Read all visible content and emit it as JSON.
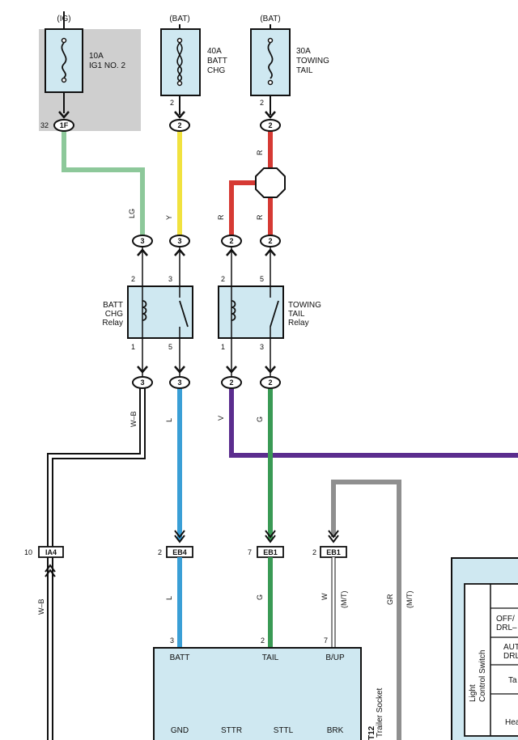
{
  "power_sources": {
    "ig": "(IG)",
    "bat1": "(BAT)",
    "bat2": "(BAT)"
  },
  "fuses": {
    "ig1": {
      "amp": "10A",
      "name": "IG1 NO. 2"
    },
    "batt_chg": {
      "amp": "40A",
      "l1": "BATT",
      "l2": "CHG"
    },
    "towing_tail": {
      "amp": "30A",
      "l1": "TOWING",
      "l2": "TAIL"
    }
  },
  "connectors": {
    "c_1f": "1F",
    "c_1f_pin": "32",
    "c_2a": "2",
    "c_2b": "2",
    "c_3a": "3",
    "c_3b": "3",
    "c_2c": "2",
    "c_2d": "2",
    "c_3c": "3",
    "c_3d": "3",
    "c_2e": "2",
    "c_2f": "2",
    "ia4": {
      "label": "IA4",
      "pin": "10"
    },
    "eb4": {
      "label": "EB4",
      "pin": "2"
    },
    "eb1a": {
      "label": "EB1",
      "pin": "7"
    },
    "eb1b": {
      "label": "EB1",
      "pin": "2"
    }
  },
  "pins": {
    "fuse2_out": "2",
    "fuse3_out": "2",
    "r1_p2": "2",
    "r1_p3": "3",
    "r1_p1": "1",
    "r1_p5": "5",
    "r2_p2": "2",
    "r2_p5": "5",
    "r2_p1": "1",
    "r2_p3": "3",
    "ts_p3": "3",
    "ts_p2": "2",
    "ts_p7": "7"
  },
  "relays": {
    "batt_chg": {
      "l1": "BATT",
      "l2": "CHG",
      "l3": "Relay"
    },
    "towing_tail": {
      "l1": "TOWING",
      "l2": "TAIL",
      "l3": "Relay"
    }
  },
  "wires": {
    "lg": "LG",
    "y": "Y",
    "r_main": "R",
    "r_left": "R",
    "r_right": "R",
    "wb1": "W–B",
    "wb2": "W–B",
    "l1": "L",
    "l2": "L",
    "v": "V",
    "g1": "G",
    "g2": "G",
    "w": "W",
    "mt1": "(M/T)",
    "gr": "GR",
    "mt2": "(M/T)"
  },
  "colors": {
    "lg": "#8dc89a",
    "yellow": "#f1e23f",
    "red": "#d63a34",
    "blue": "#3a9fd6",
    "green": "#3a9a55",
    "violet": "#5b2d8e",
    "gray": "#8f8f8f",
    "shade": "#cfcfcf",
    "box": "#cfe8f1"
  },
  "trailer_socket": {
    "id": "T12",
    "name": "Trailer Socket",
    "batt": "BATT",
    "tail": "TAIL",
    "bup": "B/UP",
    "gnd": "GND",
    "sttr": "STTR",
    "sttl": "STTL",
    "brk": "BRK"
  },
  "light_control": {
    "title_l1": "Light",
    "title_l2": "Control Switch",
    "row1_l1": "OFF/",
    "row1_l2": "DRL–",
    "row2_l1": "AUT",
    "row2_l2": "DRL",
    "row3": "Ta",
    "row4": "Hea"
  }
}
